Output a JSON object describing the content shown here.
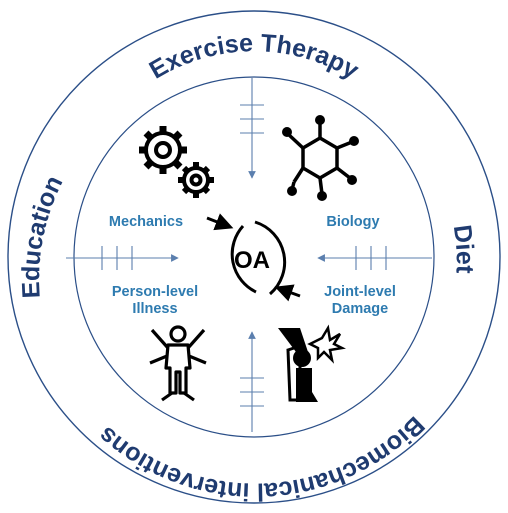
{
  "ring": {
    "top": "Exercise Therapy",
    "right": "Diet",
    "left": "Education",
    "bottom": "Biomechanical interventions"
  },
  "center": {
    "label": "OA"
  },
  "quadrants": {
    "top_left": {
      "line1": "Mechanics",
      "icon": "gears-icon"
    },
    "top_right": {
      "line1": "Biology",
      "icon": "molecule-icon"
    },
    "bottom_left": {
      "line1": "Person-level",
      "line2": "Illness",
      "icon": "vitruvian-person-icon"
    },
    "bottom_right": {
      "line1": "Joint-level",
      "line2": "Damage",
      "icon": "painful-knee-icon"
    }
  },
  "colors": {
    "ring_text": "#1f3b70",
    "circle_stroke": "#2b4f88",
    "label_blue": "#2e7bb0",
    "arrow": "#5b7fae"
  }
}
